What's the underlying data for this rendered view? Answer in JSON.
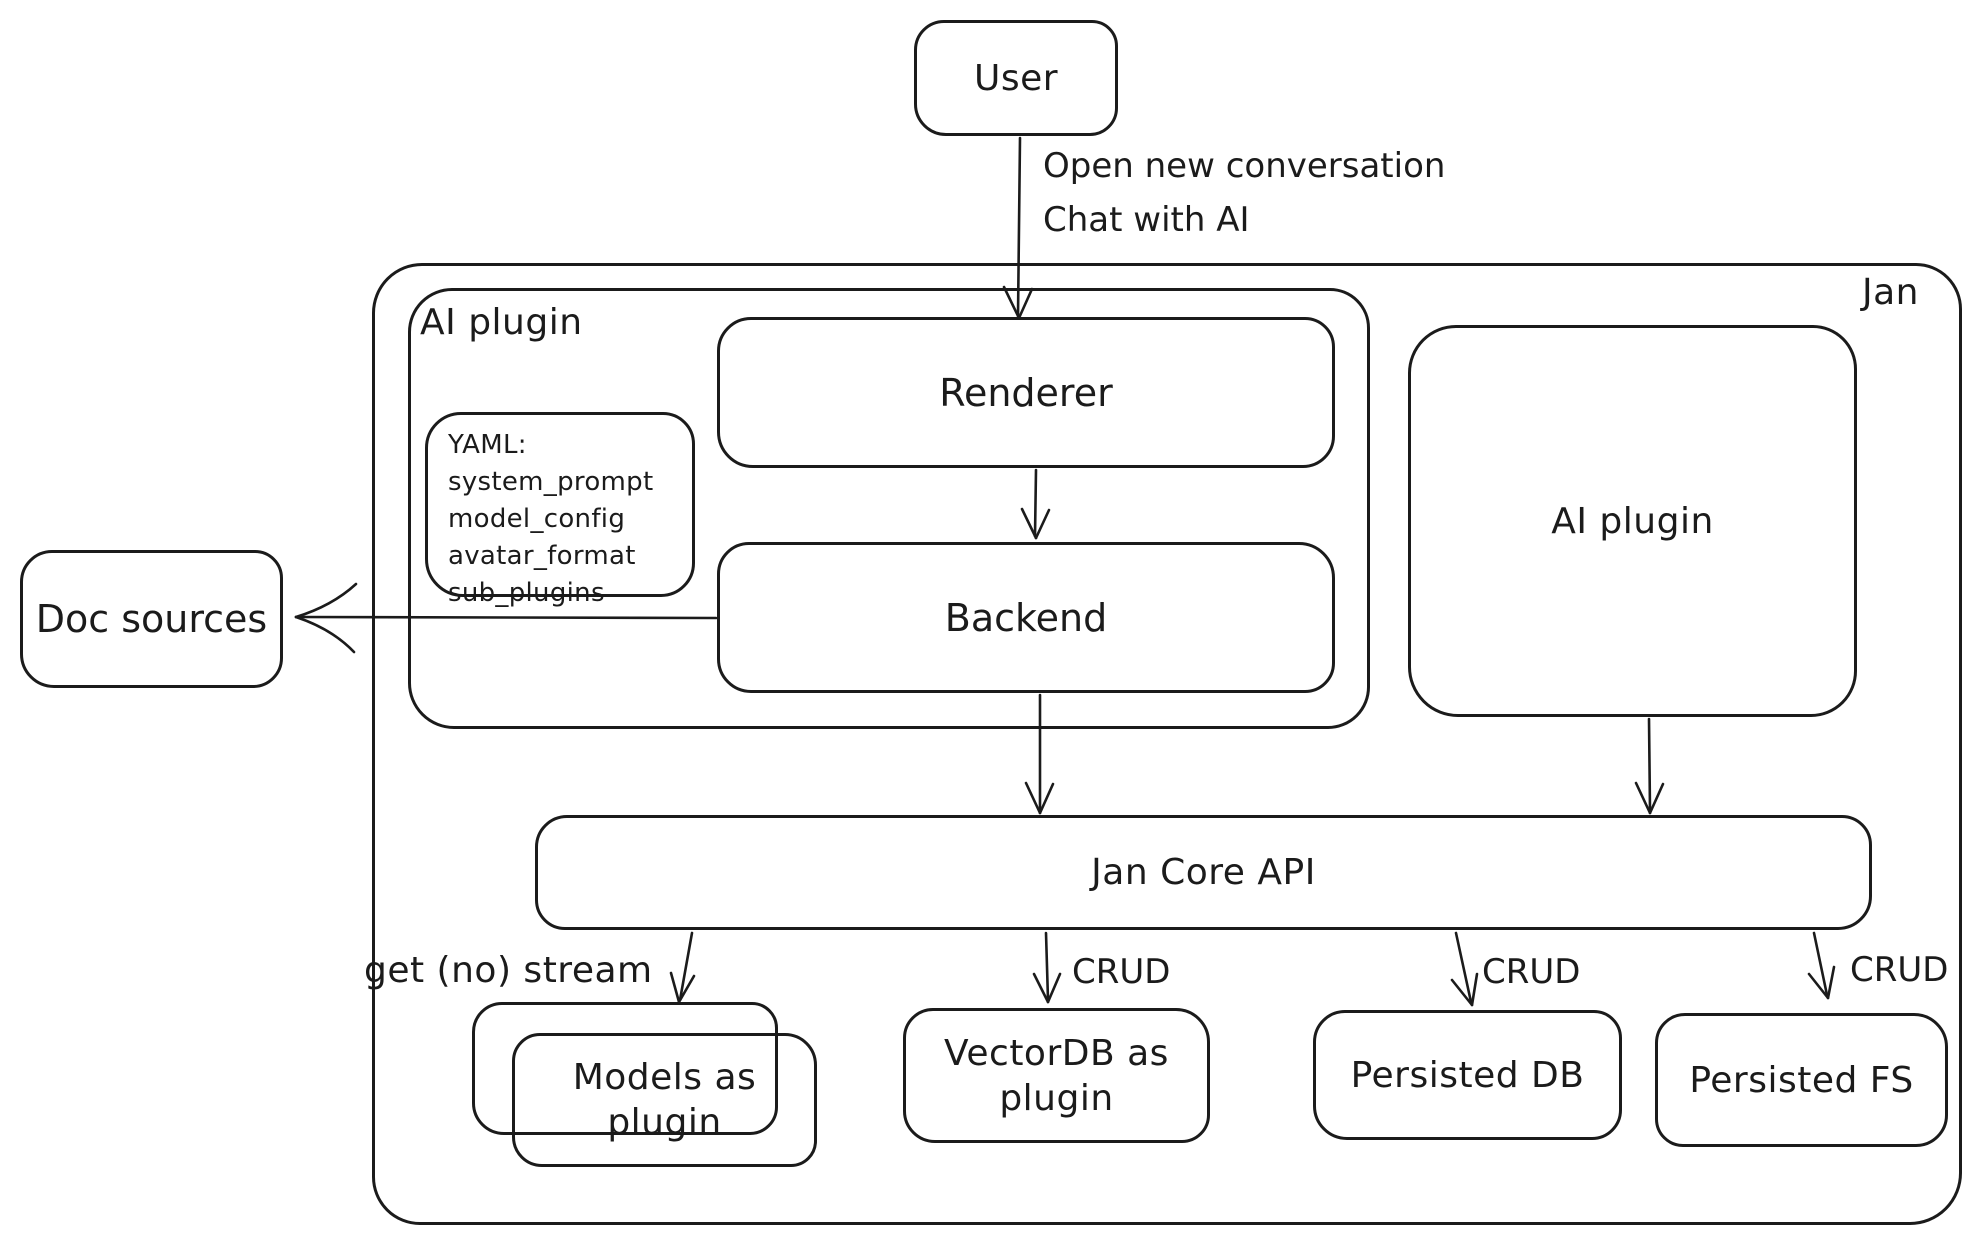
{
  "diagram": {
    "title_node": "Jan",
    "nodes": {
      "user": "User",
      "ai_plugin_left": "AI plugin",
      "renderer": "Renderer",
      "backend": "Backend",
      "ai_plugin_right": "AI plugin",
      "doc_sources": "Doc sources",
      "jan_core_api": "Jan Core API",
      "models_as_plugin": "Models as plugin",
      "vectordb_as_plugin": "VectorDB as plugin",
      "persisted_db": "Persisted DB",
      "persisted_fs": "Persisted FS"
    },
    "yaml_note": {
      "line1": "YAML:",
      "line2": "system_prompt",
      "line3": "model_config",
      "line4": "avatar_format",
      "line5": "sub_plugins"
    },
    "edge_labels": {
      "user_line1": "Open new conversation",
      "user_line2": "Chat with AI",
      "get_no_stream": "get (no) stream",
      "crud_vectordb": "CRUD",
      "crud_persisted_db": "CRUD",
      "crud_persisted_fs": "CRUD"
    },
    "colors": {
      "stroke": "#1b1b1b",
      "background": "#ffffff"
    }
  }
}
